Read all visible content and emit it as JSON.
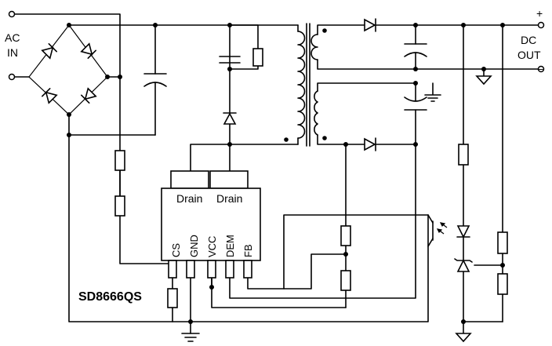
{
  "labels": {
    "ac_line1": "AC",
    "ac_line2": "IN",
    "dc_line1": "DC",
    "dc_line2": "OUT",
    "dc_plus": "+",
    "dc_minus": "−",
    "part_number": "SD8666QS",
    "drain1": "Drain",
    "drain2": "Drain",
    "pins": [
      "CS",
      "GND",
      "VCC",
      "DEM",
      "FB"
    ]
  }
}
